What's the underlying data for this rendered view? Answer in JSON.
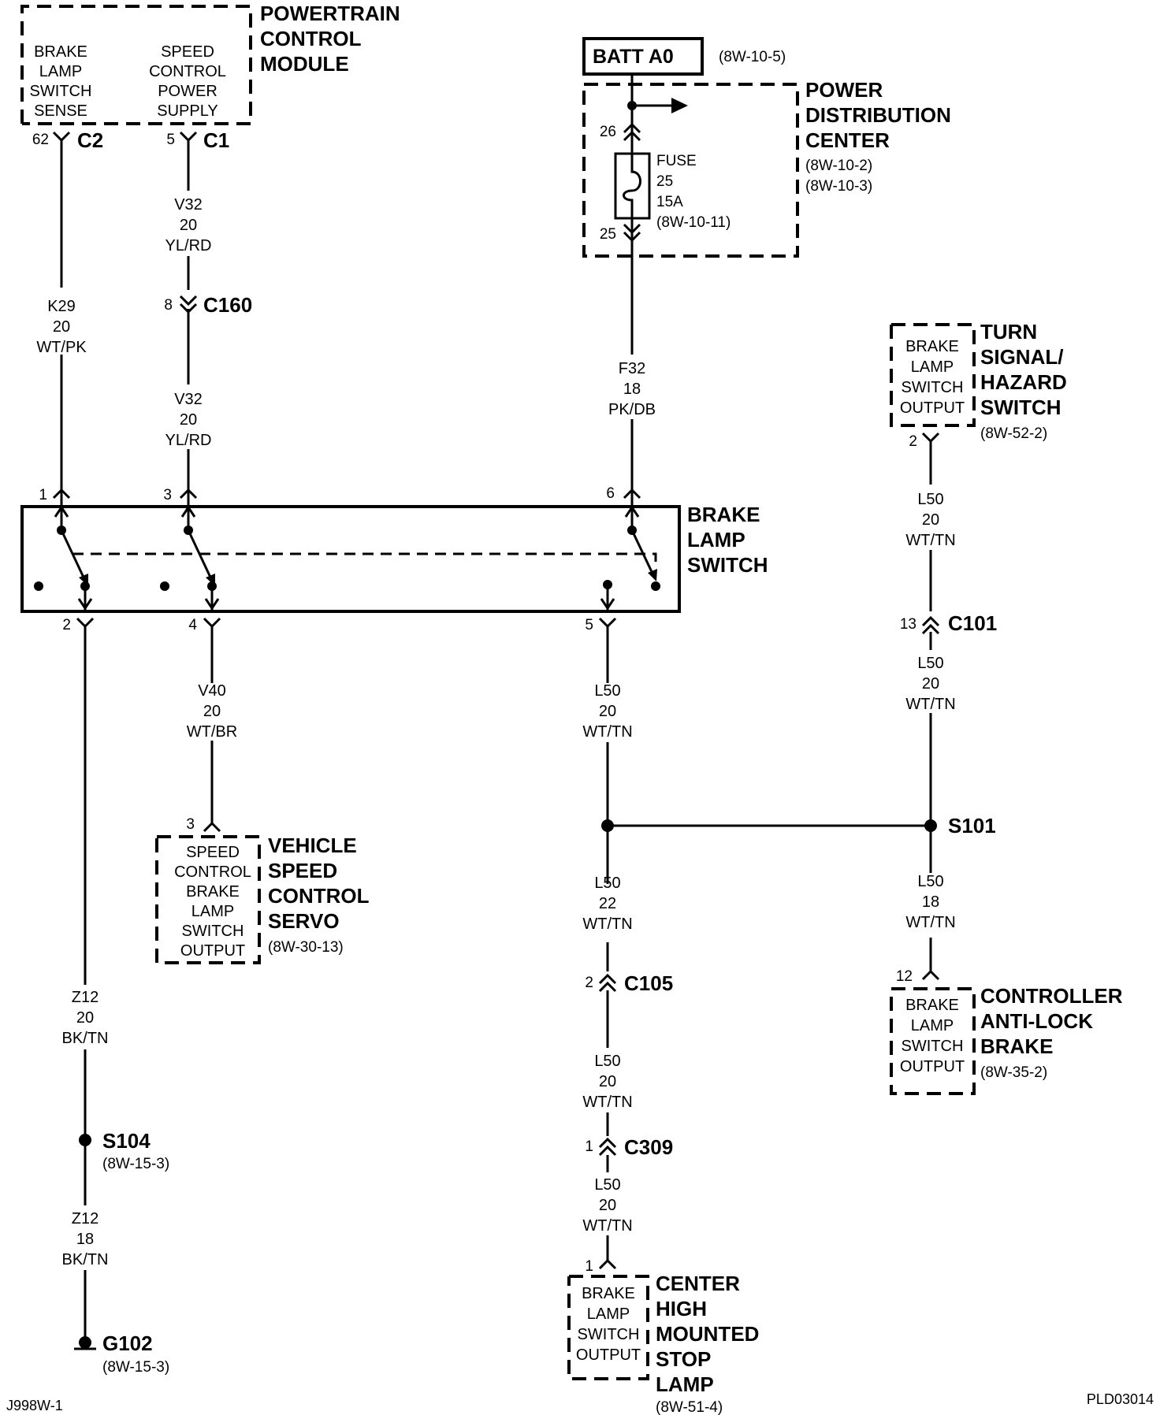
{
  "components": {
    "pcm": {
      "title": [
        "POWERTRAIN",
        "CONTROL",
        "MODULE"
      ],
      "brake_sense": [
        "BRAKE",
        "LAMP",
        "SWITCH",
        "SENSE"
      ],
      "speed_supply": [
        "SPEED",
        "CONTROL",
        "POWER",
        "SUPPLY"
      ],
      "conn_a": "C2",
      "pin_a": "62",
      "conn_b": "C1",
      "pin_b": "5"
    },
    "batt": {
      "label": "BATT A0",
      "ref": "(8W-10-5)"
    },
    "pdc": {
      "title": [
        "POWER",
        "DISTRIBUTION",
        "CENTER"
      ],
      "refs": [
        "(8W-10-2)",
        "(8W-10-3)"
      ],
      "fuse": [
        "FUSE",
        "25",
        "15A",
        "(8W-10-11)"
      ],
      "pin_in": "26",
      "pin_out": "25"
    },
    "turn": {
      "title": [
        "TURN",
        "SIGNAL/",
        "HAZARD",
        "SWITCH"
      ],
      "ref": "(8W-52-2)",
      "inner": [
        "BRAKE",
        "LAMP",
        "SWITCH",
        "OUTPUT"
      ],
      "pin": "2"
    },
    "bls": {
      "title": [
        "BRAKE",
        "LAMP",
        "SWITCH"
      ],
      "pins_top": [
        "1",
        "3",
        "6"
      ],
      "pins_bot": [
        "2",
        "4",
        "5"
      ]
    },
    "vss": {
      "title": [
        "VEHICLE",
        "SPEED",
        "CONTROL",
        "SERVO"
      ],
      "ref": "(8W-30-13)",
      "inner": [
        "SPEED",
        "CONTROL",
        "BRAKE",
        "LAMP",
        "SWITCH",
        "OUTPUT"
      ],
      "pin": "3"
    },
    "abs": {
      "title": [
        "CONTROLLER",
        "ANTI-LOCK",
        "BRAKE"
      ],
      "ref": "(8W-35-2)",
      "inner": [
        "BRAKE",
        "LAMP",
        "SWITCH",
        "OUTPUT"
      ],
      "pin": "12"
    },
    "chmsl": {
      "title": [
        "CENTER",
        "HIGH",
        "MOUNTED",
        "STOP",
        "LAMP"
      ],
      "ref": "(8W-51-4)",
      "inner": [
        "BRAKE",
        "LAMP",
        "SWITCH",
        "OUTPUT"
      ],
      "pin": "1"
    }
  },
  "wires": {
    "k29": [
      "K29",
      "20",
      "WT/PK"
    ],
    "v32_upper": [
      "V32",
      "20",
      "YL/RD"
    ],
    "v32_lower": [
      "V32",
      "20",
      "YL/RD"
    ],
    "f32": [
      "F32",
      "18",
      "PK/DB"
    ],
    "l50_turn": [
      "L50",
      "20",
      "WT/TN"
    ],
    "l50_c101": [
      "L50",
      "20",
      "WT/TN"
    ],
    "v40": [
      "V40",
      "20",
      "WT/BR"
    ],
    "l50_bls": [
      "L50",
      "20",
      "WT/TN"
    ],
    "l50_abs": [
      "L50",
      "18",
      "WT/TN"
    ],
    "l50_22": [
      "L50",
      "22",
      "WT/TN"
    ],
    "l50_c105": [
      "L50",
      "20",
      "WT/TN"
    ],
    "l50_c309": [
      "L50",
      "20",
      "WT/TN"
    ],
    "z12_upper": [
      "Z12",
      "20",
      "BK/TN"
    ],
    "z12_lower": [
      "Z12",
      "18",
      "BK/TN"
    ]
  },
  "connectors": {
    "c160": {
      "name": "C160",
      "pin": "8"
    },
    "c101": {
      "name": "C101",
      "pin": "13"
    },
    "c105": {
      "name": "C105",
      "pin": "2"
    },
    "c309": {
      "name": "C309",
      "pin": "1"
    }
  },
  "splices": {
    "s101": {
      "name": "S101"
    },
    "s104": {
      "name": "S104",
      "ref": "(8W-15-3)"
    },
    "g102": {
      "name": "G102",
      "ref": "(8W-15-3)"
    }
  },
  "footer": {
    "left": "J998W-1",
    "right": "PLD03014"
  }
}
